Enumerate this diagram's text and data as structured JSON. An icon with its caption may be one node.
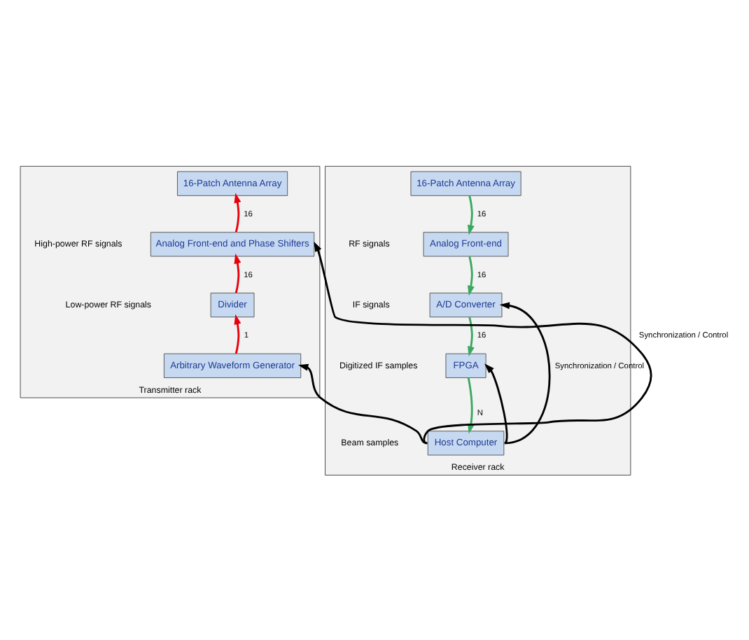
{
  "diagram": {
    "nodes": [
      {
        "text": [
          "Transmitter rack"
        ]
      },
      {
        "text": [
          "16-Patch Antenna Array"
        ],
        "in": 0
      },
      {
        "text": [
          "Analog Front-end and Phase Shifters"
        ],
        "in": 0
      },
      {
        "text": [
          "Divider"
        ],
        "in": 0
      },
      {
        "text": [
          "Arbitrary Waveform Generator"
        ],
        "in": 0
      },
      {
        "text": [
          "Receiver rack"
        ]
      },
      {
        "text": [
          "16-Patch Antenna Array"
        ],
        "in": 5
      },
      {
        "text": [
          "Analog Front-end"
        ],
        "in": 5
      },
      {
        "text": [
          "A/D Converter"
        ],
        "in": 5
      },
      {
        "text": [
          "FPGA"
        ],
        "in": 5
      },
      {
        "text": [
          "Host Computer"
        ],
        "in": 5
      }
    ],
    "edges": [
      {
        "from": 4,
        "to": 3,
        "arrow": "to",
        "label": "1",
        "color": "#e8000b"
      },
      {
        "from": 3,
        "to": 2,
        "arrow": "to",
        "label": "16",
        "color": "#e8000b"
      },
      {
        "from": 2,
        "to": 1,
        "arrow": "to",
        "label": "16",
        "color": "#e8000b"
      },
      {
        "from": 6,
        "to": 7,
        "arrow": "to",
        "label": "16",
        "color": "#3aa860"
      },
      {
        "from": 7,
        "to": 8,
        "arrow": "to",
        "label": "16",
        "color": "#3aa860"
      },
      {
        "from": 8,
        "to": 9,
        "arrow": "to",
        "label": "16",
        "color": "#3aa860"
      },
      {
        "from": 9,
        "to": 10,
        "arrow": "to",
        "label": "N",
        "color": "#3aa860"
      },
      {
        "from": 10,
        "to": 2,
        "arrow": "to",
        "label": "Synchronization / Control",
        "color": "#000000"
      },
      {
        "from": 10,
        "to": 4,
        "arrow": "to",
        "color": "#000000"
      },
      {
        "from": 10,
        "to": 8,
        "arrow": "to",
        "label": "Synchronization / Control",
        "color": "#000000"
      },
      {
        "from": 10,
        "to": 9,
        "arrow": "to",
        "color": "#000000"
      }
    ],
    "labels": [
      "High-power RF signals",
      "Low-power RF signals",
      "RF signals",
      "IF signals",
      "Digitized IF samples",
      "Beam samples"
    ]
  }
}
